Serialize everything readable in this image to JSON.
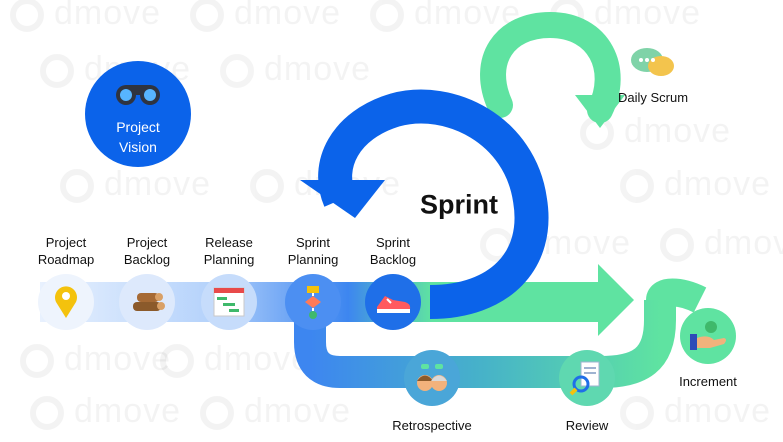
{
  "watermark_text": "dmove",
  "diagram": {
    "vision_label": "Project\nVision",
    "sprint_title": "Sprint",
    "daily_scrum_label": "Daily Scrum",
    "stages": [
      {
        "id": "roadmap",
        "label": "Project\nRoadmap",
        "icon": "map-pin-icon"
      },
      {
        "id": "backlog",
        "label": "Project\nBacklog",
        "icon": "logs-icon"
      },
      {
        "id": "release",
        "label": "Release\nPlanning",
        "icon": "gantt-chart-icon"
      },
      {
        "id": "sprint-planning",
        "label": "Sprint\nPlanning",
        "icon": "flowchart-icon"
      },
      {
        "id": "sprint-backlog",
        "label": "Sprint\nBacklog",
        "icon": "sneaker-icon"
      }
    ],
    "increment_label": "Increment",
    "review_label": "Review",
    "retrospective_label": "Retrospective"
  },
  "colors": {
    "primary_blue": "#0b63ea",
    "light_blue": "#9ec5fb",
    "green": "#5fe3a1",
    "node_bg": "#d9e8fc"
  }
}
